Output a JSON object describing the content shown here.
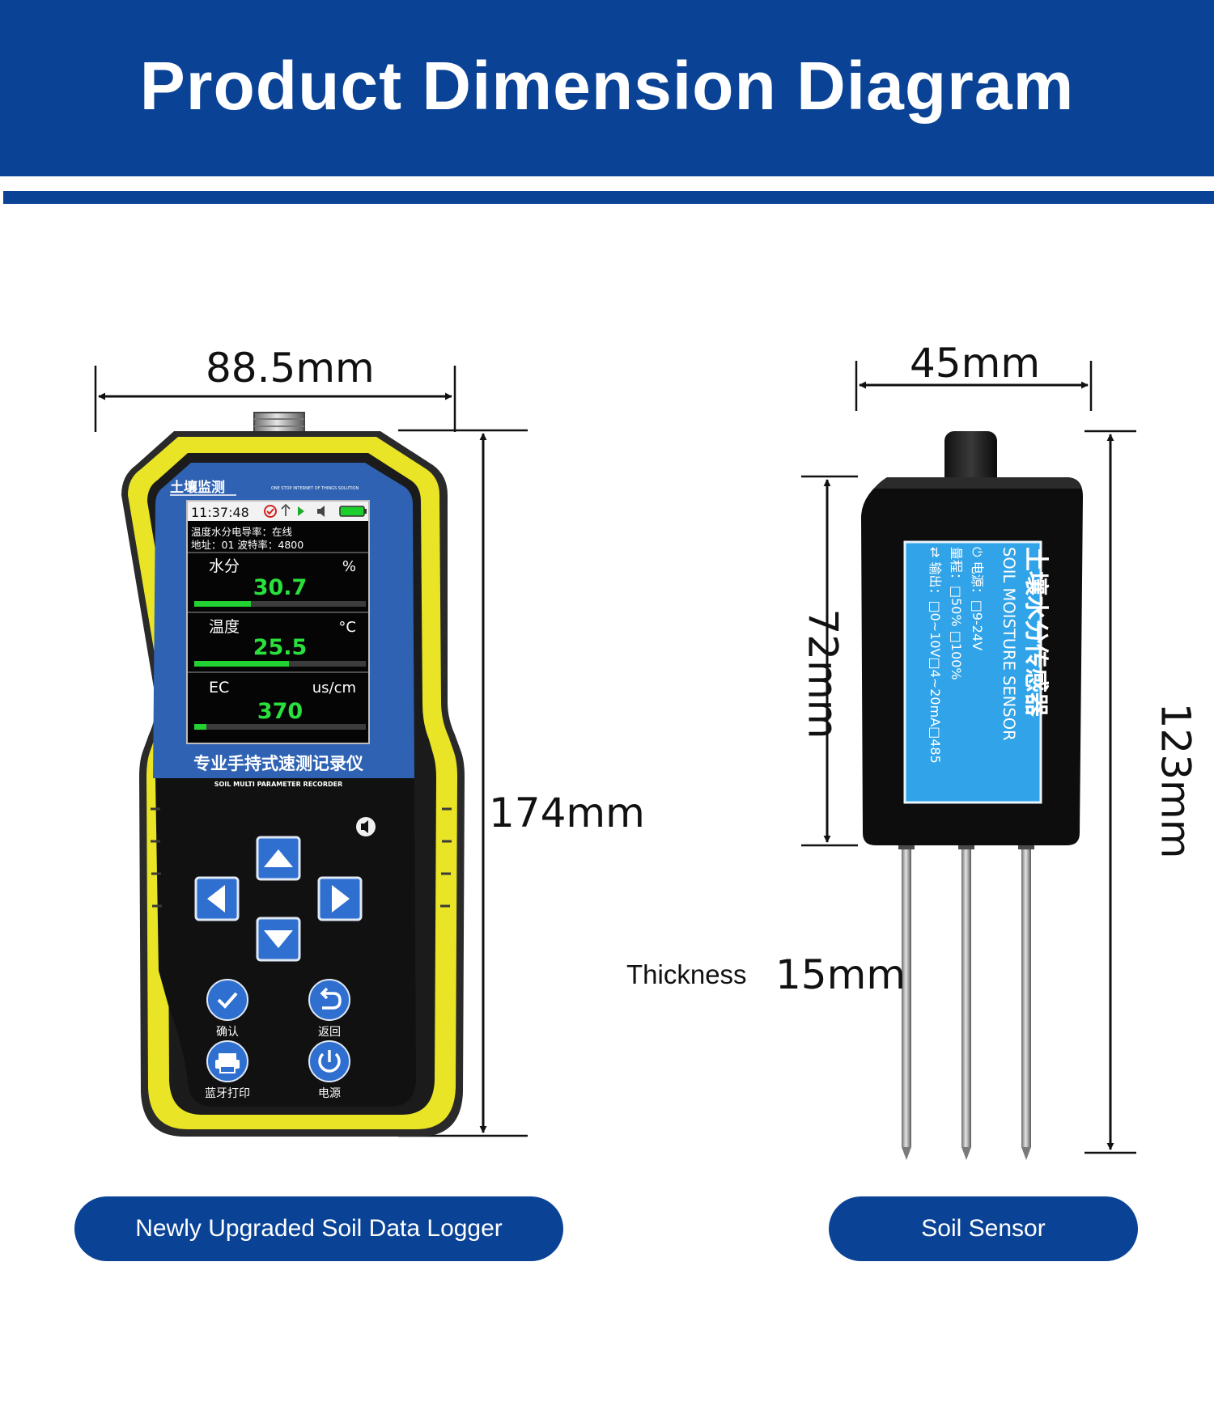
{
  "header": {
    "title": "Product Dimension Diagram"
  },
  "logger": {
    "width_label": "88.5mm",
    "height_label": "174mm",
    "caption": "Newly Upgraded Soil Data Logger",
    "brand": "土壤监测",
    "slogan": "ONE STOP INTERNET OF THINGS SOLUTION",
    "screen": {
      "time": "11:37:48",
      "line1": "温度水分电导率：在线",
      "line2": "地址：01  波特率：4800",
      "rows": [
        {
          "label": "水分",
          "unit": "%",
          "value": "30.7",
          "level": 0.33
        },
        {
          "label": "温度",
          "unit": "°C",
          "value": "25.5",
          "level": 0.55
        },
        {
          "label": "EC",
          "unit": "us/cm",
          "value": "370",
          "level": 0.07
        }
      ]
    },
    "model_cn": "专业手持式速测记录仪",
    "model_en": "SOIL MULTI PARAMETER RECORDER",
    "buttons": {
      "confirm": "确认",
      "back": "返回",
      "print": "蓝牙打印",
      "power": "电源"
    }
  },
  "sensor": {
    "width_label": "45mm",
    "body_height_label": "72mm",
    "total_height_label": "123mm",
    "thickness_prefix": "Thickness",
    "thickness_label": "15mm",
    "caption": "Soil Sensor",
    "tag": {
      "title_cn": "土壤水分传感器",
      "title_en": "SOIL MOISTURE SENSOR",
      "line_power": "⏻ 电源：□9-24V",
      "line_range": "量程：□50%  □100%",
      "line_output": "⇄ 输出：□0~10V□4~20mA□485"
    }
  },
  "colors": {
    "brand_blue": "#0a4396",
    "shell_yellow": "#e9e425",
    "panel_blue": "#2f62b3",
    "reading_green": "#29e03c",
    "tag_blue": "#31a3e8"
  }
}
